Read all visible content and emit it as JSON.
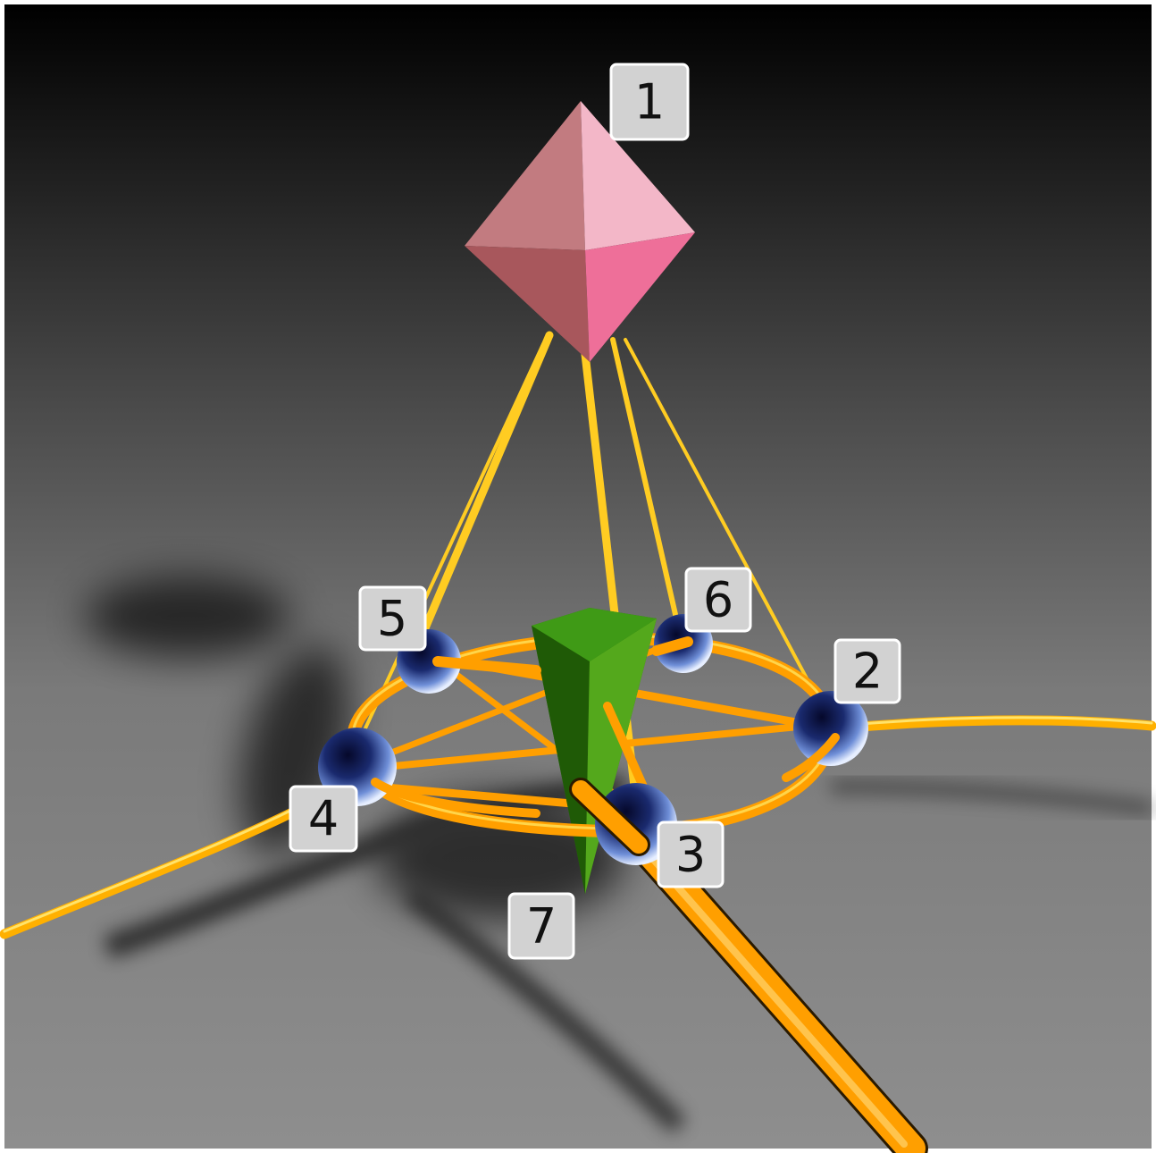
{
  "figure": {
    "nodes": [
      {
        "id": "node-1",
        "label": "1",
        "shape": "octahedron",
        "color": "#d98a94"
      },
      {
        "id": "node-2",
        "label": "2",
        "shape": "sphere",
        "color": "#1a2a6e"
      },
      {
        "id": "node-3",
        "label": "3",
        "shape": "sphere",
        "color": "#1a2a6e"
      },
      {
        "id": "node-4",
        "label": "4",
        "shape": "sphere",
        "color": "#1a2a6e"
      },
      {
        "id": "node-5",
        "label": "5",
        "shape": "sphere",
        "color": "#1a2a6e"
      },
      {
        "id": "node-6",
        "label": "6",
        "shape": "sphere",
        "color": "#1a2a6e"
      },
      {
        "id": "node-7",
        "label": "7",
        "shape": "cone",
        "color": "#3f8f12"
      }
    ],
    "colors": {
      "tube": "#ffb000",
      "tube_highlight": "#ffe36a",
      "background_top": "#000000",
      "background_bottom": "#8c8c8c",
      "label_box": "#d0d0d0"
    }
  }
}
